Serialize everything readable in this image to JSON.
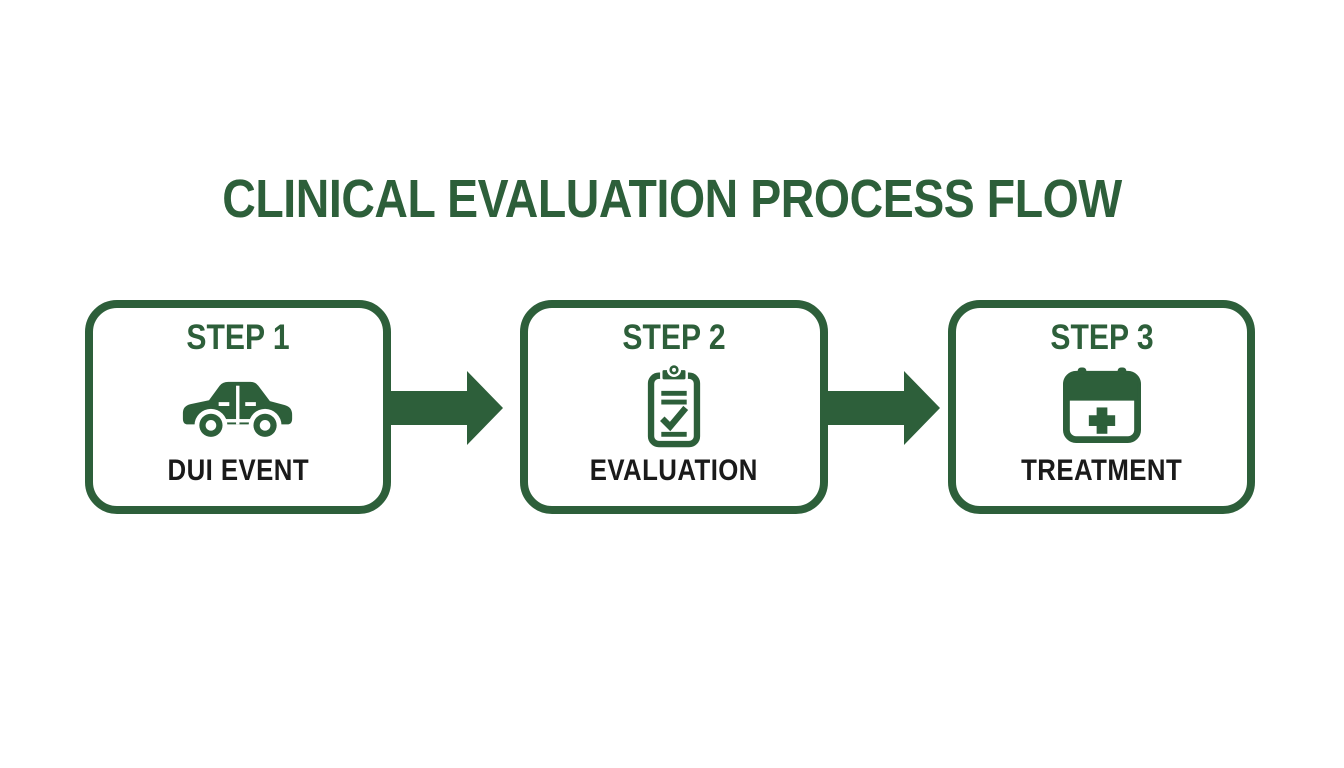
{
  "title": "CLINICAL EVALUATION PROCESS FLOW",
  "colors": {
    "accent_green": "#2d5f3a",
    "text_dark": "#1a1a1a",
    "background": "#ffffff"
  },
  "steps": [
    {
      "step_label": "STEP 1",
      "name": "DUI EVENT",
      "icon": "car-icon"
    },
    {
      "step_label": "STEP 2",
      "name": "EVALUATION",
      "icon": "clipboard-check-icon"
    },
    {
      "step_label": "STEP 3",
      "name": "TREATMENT",
      "icon": "calendar-plus-icon"
    }
  ],
  "connectors": [
    {
      "icon": "arrow-right-icon"
    },
    {
      "icon": "arrow-right-icon"
    }
  ]
}
